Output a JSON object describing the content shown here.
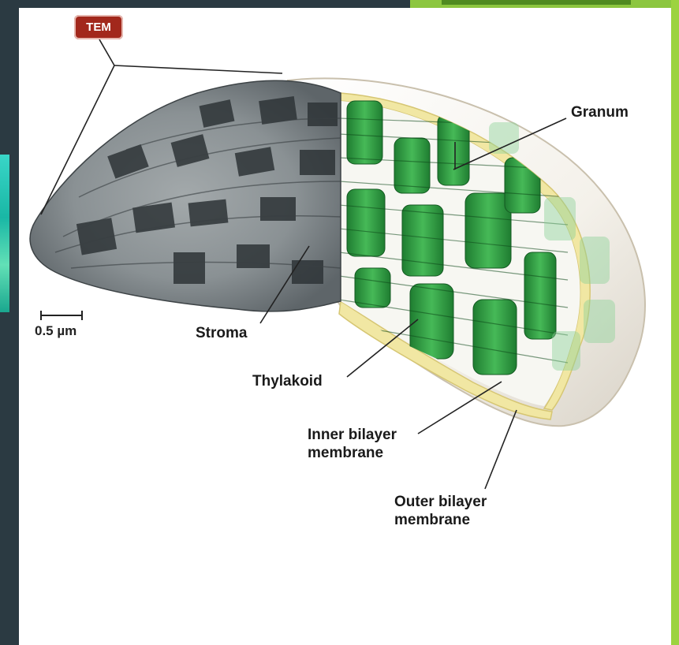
{
  "badge": {
    "text": "TEM"
  },
  "scale_bar": {
    "label": "0.5 µm"
  },
  "labels": {
    "granum": "Granum",
    "stroma": "Stroma",
    "thylakoid": "Thylakoid",
    "inner_membrane_line1": "Inner bilayer",
    "inner_membrane_line2": "membrane",
    "outer_membrane_line1": "Outer bilayer",
    "outer_membrane_line2": "membrane"
  },
  "colors": {
    "badge": "#a2281c",
    "grana_green": "#2fa043",
    "tem_gray": "#6d7478",
    "membrane_yellow": "#f1e7a3",
    "accent_green": "#8cc63f"
  }
}
